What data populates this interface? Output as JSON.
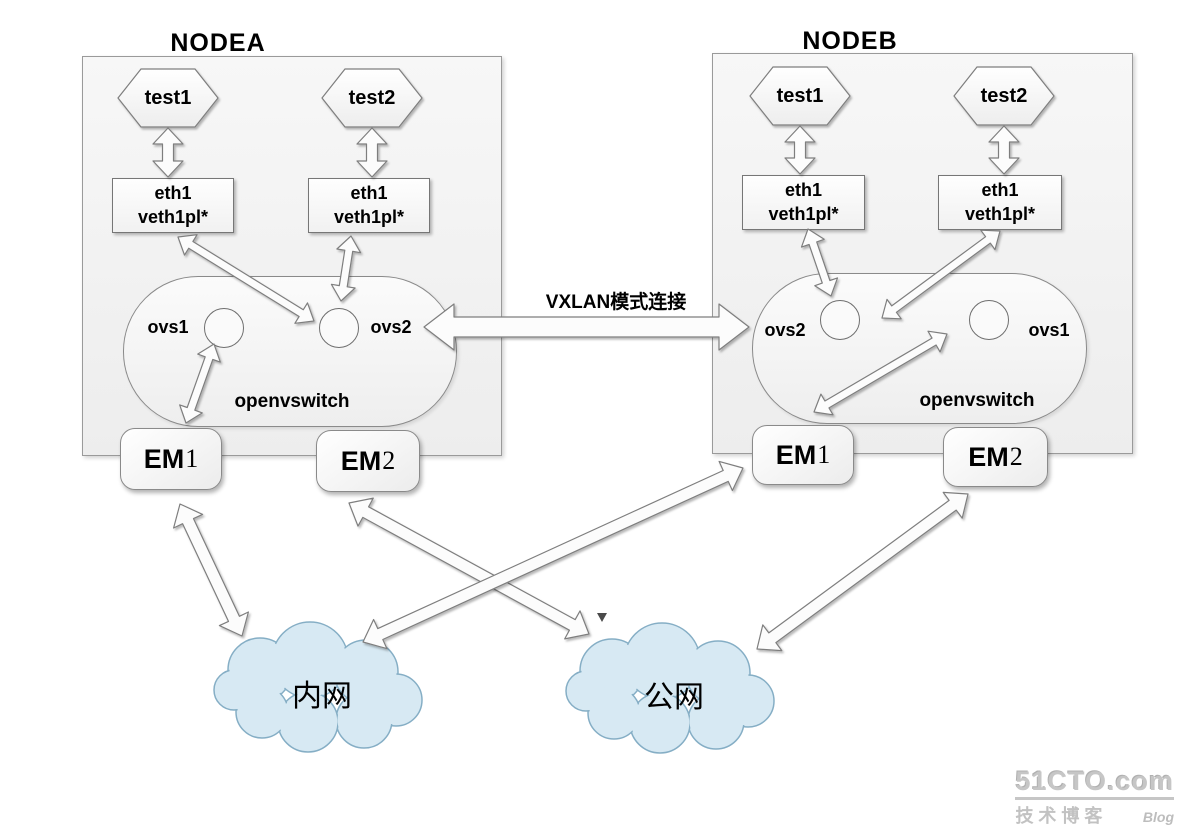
{
  "diagram": {
    "nodes": [
      {
        "title": "NODEA",
        "vms": [
          {
            "label": "test1"
          },
          {
            "label": "test2"
          }
        ],
        "ports": [
          {
            "line1": "eth1",
            "line2": "veth1pl*"
          },
          {
            "line1": "eth1",
            "line2": "veth1pl*"
          }
        ],
        "switch": {
          "label": "openvswitch",
          "bridges": [
            {
              "label": "ovs1"
            },
            {
              "label": "ovs2"
            }
          ]
        },
        "nics": [
          {
            "name": "EM",
            "num": "1"
          },
          {
            "name": "EM",
            "num": "2"
          }
        ]
      },
      {
        "title": "NODEB",
        "vms": [
          {
            "label": "test1"
          },
          {
            "label": "test2"
          }
        ],
        "ports": [
          {
            "line1": "eth1",
            "line2": "veth1pl*"
          },
          {
            "line1": "eth1",
            "line2": "veth1pl*"
          }
        ],
        "switch": {
          "label": "openvswitch",
          "bridges": [
            {
              "label": "ovs2"
            },
            {
              "label": "ovs1"
            }
          ]
        },
        "nics": [
          {
            "name": "EM",
            "num": "1"
          },
          {
            "name": "EM",
            "num": "2"
          }
        ]
      }
    ],
    "clouds": [
      {
        "label": "内网"
      },
      {
        "label": "公网"
      }
    ],
    "edges": [
      {
        "from": "nodea.test1",
        "to": "nodea.port1",
        "bidirectional": true
      },
      {
        "from": "nodea.test2",
        "to": "nodea.port2",
        "bidirectional": true
      },
      {
        "from": "nodea.port1",
        "to": "nodea.ovs2",
        "bidirectional": true
      },
      {
        "from": "nodea.port2",
        "to": "nodea.ovs2",
        "bidirectional": true
      },
      {
        "from": "nodea.ovs1",
        "to": "nodea.em1",
        "bidirectional": true
      },
      {
        "from": "nodea.ovs2",
        "to": "nodeb.ovs2",
        "bidirectional": true,
        "label": "VXLAN模式连接"
      },
      {
        "from": "nodeb.test1",
        "to": "nodeb.port1",
        "bidirectional": true
      },
      {
        "from": "nodeb.test2",
        "to": "nodeb.port2",
        "bidirectional": true
      },
      {
        "from": "nodeb.port1",
        "to": "nodeb.ovs2",
        "bidirectional": true
      },
      {
        "from": "nodeb.port2",
        "to": "nodeb.ovs2",
        "bidirectional": true
      },
      {
        "from": "nodeb.em1",
        "to": "nodeb.ovs1",
        "bidirectional": true
      },
      {
        "from": "nodea.em1",
        "to": "cloud.intranet",
        "bidirectional": true
      },
      {
        "from": "nodea.em2",
        "to": "cloud.internet",
        "bidirectional": true
      },
      {
        "from": "cloud.intranet",
        "to": "nodeb.em1",
        "bidirectional": true
      },
      {
        "from": "nodeb.em2",
        "to": "cloud.internet",
        "bidirectional": true
      }
    ]
  },
  "watermark": {
    "brand": "51CTO.com",
    "tagline": "技术博客",
    "blog_label": "Blog"
  },
  "colors": {
    "background": "#ffffff",
    "node_fill": "#f1f1f1",
    "shape_stroke": "#7e7e7e",
    "arrow_fill": "#fcfcfc",
    "cloud_fill": "#d7e9f3",
    "cloud_stroke": "#85aec5",
    "text": "#000000",
    "watermark_gray": "#c6c6c6"
  }
}
